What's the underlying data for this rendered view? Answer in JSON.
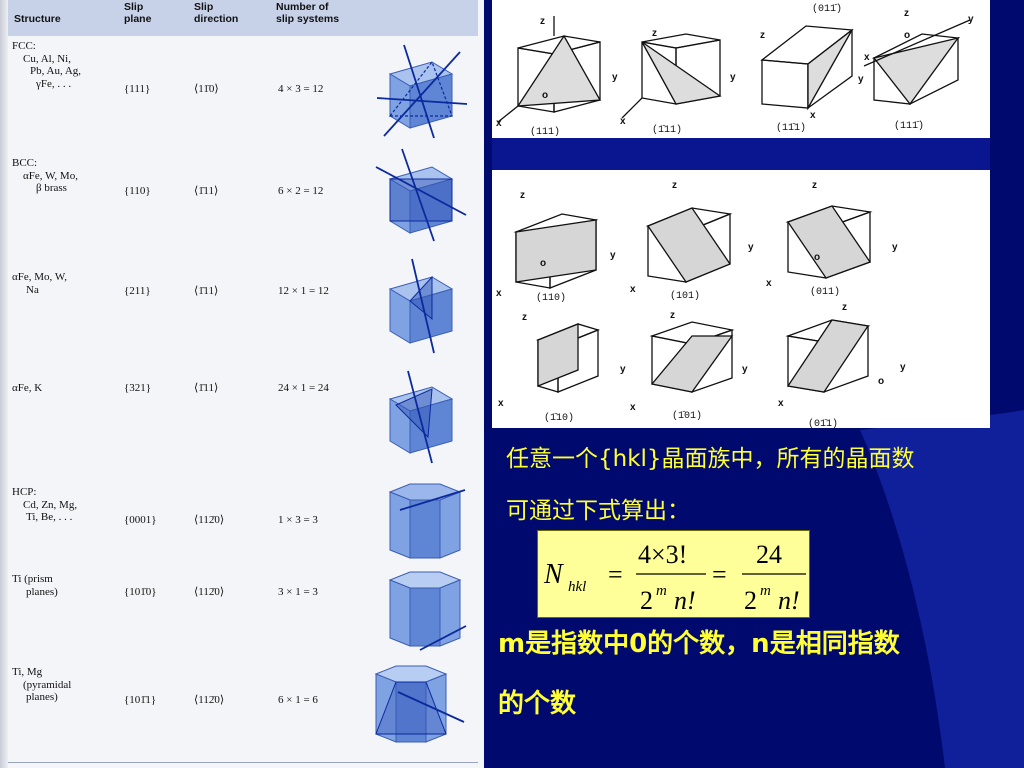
{
  "table": {
    "headers": [
      {
        "line1": "Structure",
        "line2": ""
      },
      {
        "line1": "Slip",
        "line2": "plane"
      },
      {
        "line1": "Slip",
        "line2": "direction"
      },
      {
        "line1": "Number of",
        "line2": "slip systems"
      }
    ],
    "rows": [
      {
        "structure": [
          "FCC:",
          "Cu, Al, Ni,",
          "Pb, Au, Ag,",
          "γFe, . . ."
        ],
        "plane": "{111}",
        "direction": "⟨11̄0⟩",
        "count": "4 × 3 = 12"
      },
      {
        "structure": [
          "BCC:",
          "αFe, W, Mo,",
          "β brass"
        ],
        "plane": "{110}",
        "direction": "⟨1̄11⟩",
        "count": "6 × 2 = 12"
      },
      {
        "structure": [
          "αFe, Mo, W,",
          "Na"
        ],
        "plane": "{211}",
        "direction": "⟨1̄11⟩",
        "count": "12 × 1 = 12"
      },
      {
        "structure": [
          "αFe, K"
        ],
        "plane": "{321}",
        "direction": "⟨1̄11⟩",
        "count": "24 × 1 = 24"
      },
      {
        "structure": [
          "HCP:",
          "Cd, Zn, Mg,",
          "Ti, Be, . . ."
        ],
        "plane": "{0001}",
        "direction": "⟨112̄0⟩",
        "count": "1 × 3 = 3"
      },
      {
        "structure": [
          "Ti (prism",
          "planes)"
        ],
        "plane": "{101̄0}",
        "direction": "⟨112̄0⟩",
        "count": "3 × 1 = 3"
      },
      {
        "structure": [
          "Ti, Mg",
          "(pyramidal",
          "planes)"
        ],
        "plane": "{101̄1}",
        "direction": "⟨112̄0⟩",
        "count": "6 × 1 = 6"
      }
    ]
  },
  "top_figure": {
    "captions": [
      "(111)",
      "(1̄11)",
      "(11̄1)",
      "(111̄)"
    ],
    "extra_label": "(011̄)"
  },
  "mid_figure": {
    "captions": [
      "(110)",
      "(101)",
      "(011)",
      "(1̄10)",
      "(1̄01)",
      "(01̄1)"
    ]
  },
  "axis_labels": {
    "x": "x",
    "y": "y",
    "z": "z",
    "o": "o"
  },
  "text": {
    "line1": "任意一个{hkl}晶面族中，所有的晶面数",
    "line2": "可通过下式算出：",
    "line3": "m是指数中0的个数，n是相同指数",
    "line4": "的个数"
  },
  "formula": {
    "lhs": "N",
    "lhs_sub": "hkl",
    "equals": "=",
    "num1": "4×3!",
    "den1_base": "2",
    "den1_exp": "m",
    "den1_rest": "n!",
    "num2": "24",
    "den2_base": "2",
    "den2_exp": "m",
    "den2_rest": "n!"
  },
  "colors": {
    "background": "#000a6e",
    "text": "#ffff33",
    "formula_bg": "#ffff99",
    "table_bg": "#f4f5f8",
    "table_header": "#c7d1e8",
    "cube_fill": "#6f97d8"
  }
}
